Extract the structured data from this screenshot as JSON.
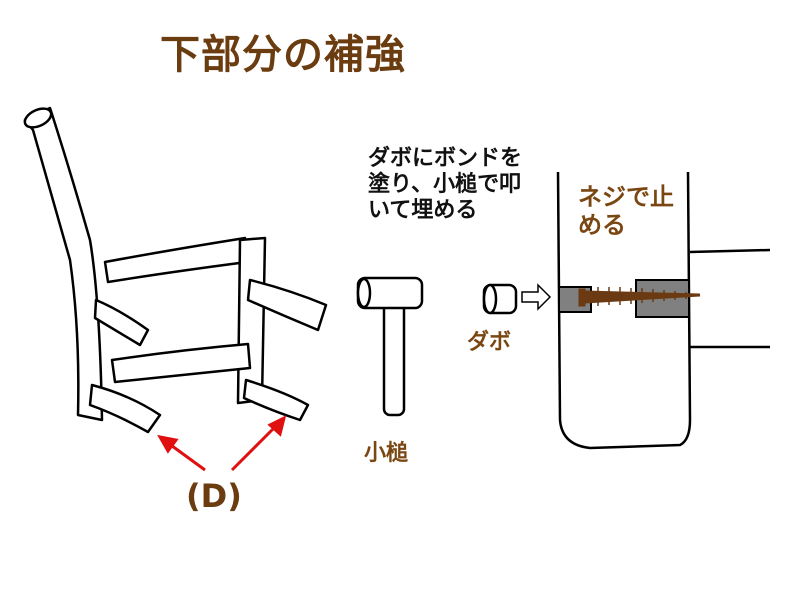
{
  "title": "下部分の補強",
  "instruction": "ダボにボンドを塗り、小槌で叩いて埋める",
  "screw_label": "ネジで止める",
  "dowel_label": "ダボ",
  "mallet_label": "小槌",
  "part_label": "(D)",
  "colors": {
    "title": "#6b3c10",
    "label": "#7a4712",
    "arrow": "#e01010",
    "screw": "#6b3a12",
    "block": "#808080"
  }
}
